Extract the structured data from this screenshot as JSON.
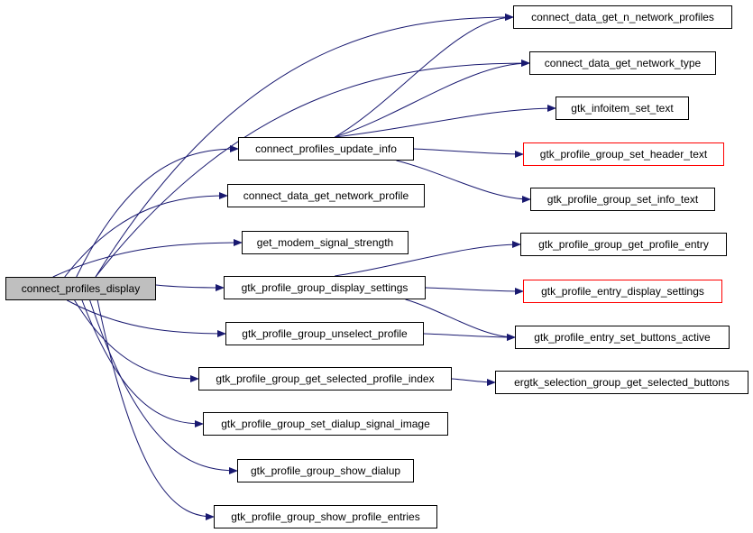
{
  "colors": {
    "edge": "#191970",
    "node_border": "#000000",
    "undocumented_border": "#ff0000",
    "root_fill": "#bfbfbf"
  },
  "nodes": {
    "root": "connect_profiles_display",
    "n1": "connect_data_get_n_network_profiles",
    "n2": "connect_data_get_network_type",
    "n3": "gtk_infoitem_set_text",
    "n4": "connect_profiles_update_info",
    "n5": "gtk_profile_group_set_header_text",
    "n6": "gtk_profile_group_set_info_text",
    "n7": "connect_data_get_network_profile",
    "n8": "get_modem_signal_strength",
    "n9": "gtk_profile_group_get_profile_entry",
    "n10": "gtk_profile_group_display_settings",
    "n11": "gtk_profile_entry_display_settings",
    "n12": "gtk_profile_group_unselect_profile",
    "n13": "gtk_profile_entry_set_buttons_active",
    "n14": "gtk_profile_group_get_selected_profile_index",
    "n15": "ergtk_selection_group_get_selected_buttons",
    "n16": "gtk_profile_group_set_dialup_signal_image",
    "n17": "gtk_profile_group_show_dialup",
    "n18": "gtk_profile_group_show_profile_entries"
  },
  "edges": [
    [
      "root",
      "n1"
    ],
    [
      "root",
      "n2"
    ],
    [
      "root",
      "n4"
    ],
    [
      "root",
      "n7"
    ],
    [
      "root",
      "n8"
    ],
    [
      "root",
      "n10"
    ],
    [
      "root",
      "n12"
    ],
    [
      "root",
      "n14"
    ],
    [
      "root",
      "n16"
    ],
    [
      "root",
      "n17"
    ],
    [
      "root",
      "n18"
    ],
    [
      "n4",
      "n1"
    ],
    [
      "n4",
      "n2"
    ],
    [
      "n4",
      "n3"
    ],
    [
      "n4",
      "n5"
    ],
    [
      "n4",
      "n6"
    ],
    [
      "n10",
      "n9"
    ],
    [
      "n10",
      "n11"
    ],
    [
      "n10",
      "n13"
    ],
    [
      "n12",
      "n13"
    ],
    [
      "n14",
      "n15"
    ]
  ]
}
